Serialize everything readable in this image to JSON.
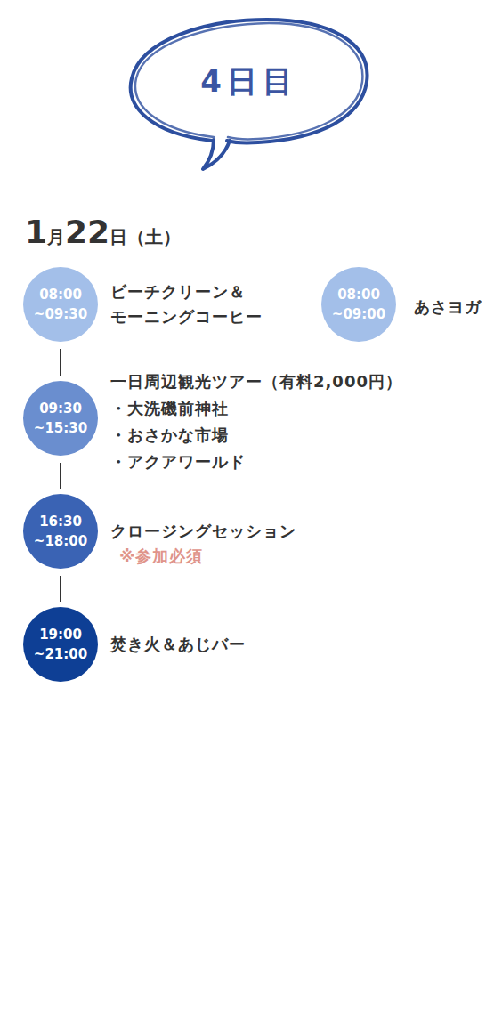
{
  "diagram": {
    "title": "4日目",
    "nodes": [
      {
        "text": [
          "08:00 ~09:30",
          "ビーチクリーン＆ モーニングコーヒー"
        ]
      },
      {
        "text": [
          "08:00 ~09:00",
          "あさヨガ"
        ]
      },
      {
        "text": [
          "09:30 ~15:30",
          "一日周辺観光ツアー（有料2,000円）",
          "・大洗磯前神社",
          "・おさかな市場",
          "・アクアワールド"
        ]
      },
      {
        "text": [
          "16:30 ~18:00",
          "クロージングセッション",
          "※参加必須"
        ]
      },
      {
        "text": [
          "19:00 ~21:00",
          "焚き火＆あじバー"
        ]
      }
    ],
    "edges": [
      {
        "from": 0,
        "to": 2,
        "arrow": "none"
      },
      {
        "from": 2,
        "to": 3,
        "arrow": "none"
      },
      {
        "from": 3,
        "to": 4,
        "arrow": "none"
      }
    ],
    "labels": [
      "1月22日（土）"
    ]
  }
}
